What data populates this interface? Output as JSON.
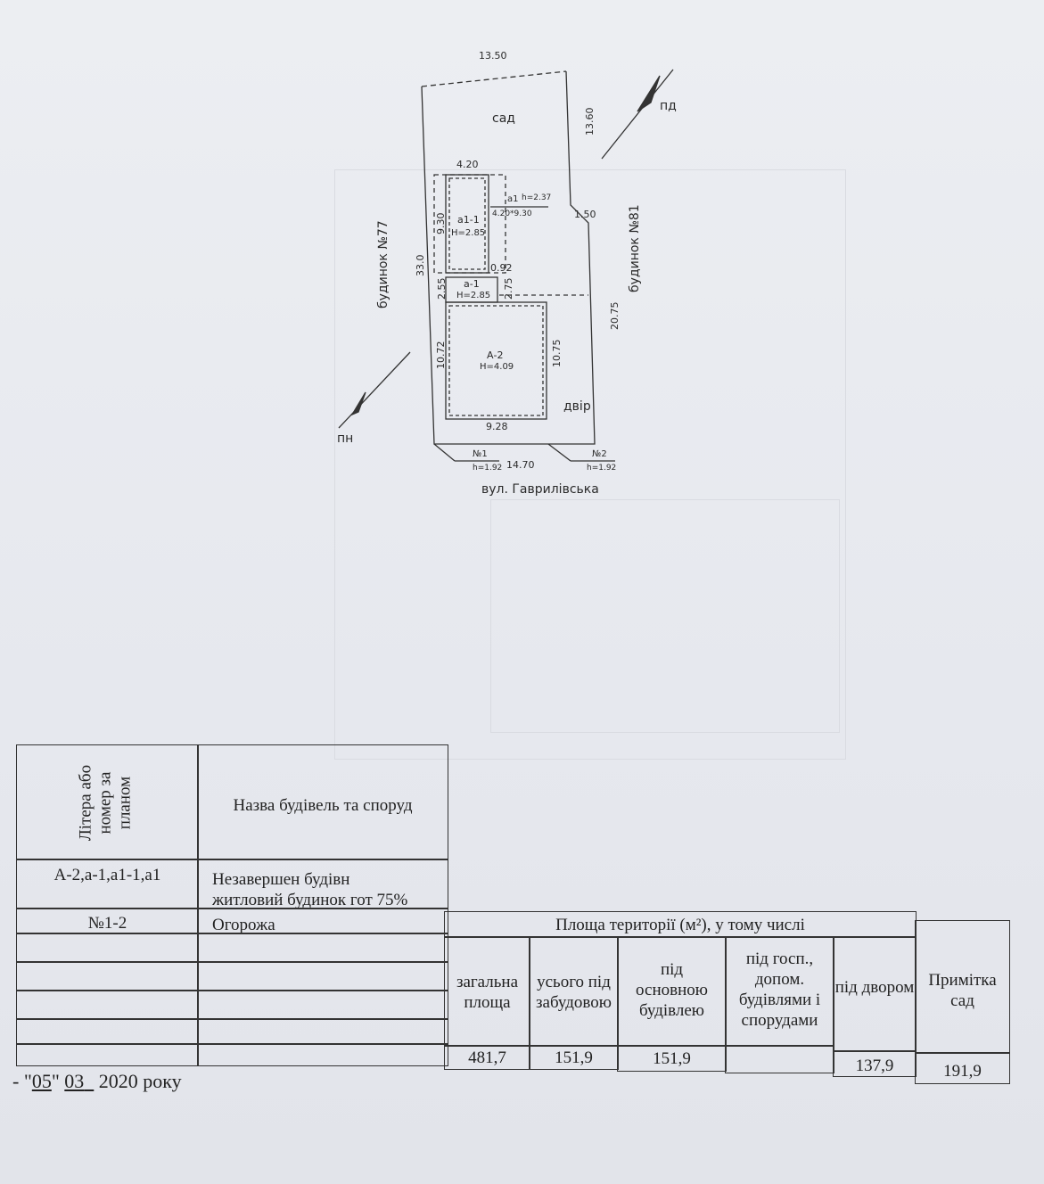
{
  "plan": {
    "labels": {
      "sad": "сад",
      "dvir": "двір",
      "street": "вул. Гаврилівська",
      "neighbor_left": "будинок №77",
      "neighbor_right": "будинок №81",
      "north": "пн",
      "south": "пд"
    },
    "dimensions": {
      "top": "13.50",
      "right_upper": "13.60",
      "right_step": "1.50",
      "right_lower": "20.75",
      "left_total": "33.0",
      "bottom": "14.70",
      "a11_width": "4.20",
      "a11_height": "9.30",
      "a1_size": "4.20*9.30",
      "a1_height": "h=2.37",
      "gap": "0.92",
      "a_1_left": "2.55",
      "a_1_right": "2.75",
      "A2_left": "10.72",
      "A2_right": "10.75",
      "A2_bottom": "9.28"
    },
    "buildings": {
      "a11_name": "а1-1",
      "a11_h": "Н=2.85",
      "a1_name": "а1",
      "a_1_name": "а-1",
      "a_1_h": "Н=2.85",
      "A2_name": "А-2",
      "A2_h": "Н=4.09"
    },
    "fences": {
      "f1_name": "№1",
      "f1_h": "h=1.92",
      "f2_name": "№2",
      "f2_h": "h=1.92"
    }
  },
  "table_buildings": {
    "header_col1": "Літера або номер за планом",
    "header_col2": "Назва будівель та споруд",
    "rows": [
      {
        "letter": "А-2,а-1,а1-1,а1",
        "name_line1": "Незавершен будівн",
        "name_line2": "житловий будинок гот 75%"
      },
      {
        "letter": "№1-2",
        "name_line1": "Огорожа",
        "name_line2": ""
      }
    ]
  },
  "table_area": {
    "title": "Площа території (м²), у тому числі",
    "headers": [
      "загальна площа",
      "усього під забудовою",
      "під основною будівлею",
      "під госп., допом. будівлями і спорудами",
      "під двором"
    ],
    "note_header": "Примітка сад",
    "values": [
      "481,7",
      "151,9",
      "151,9",
      "",
      "137,9",
      "191,9"
    ]
  },
  "date": {
    "day": "05",
    "month": "03",
    "year": "2020",
    "suffix": "року"
  }
}
